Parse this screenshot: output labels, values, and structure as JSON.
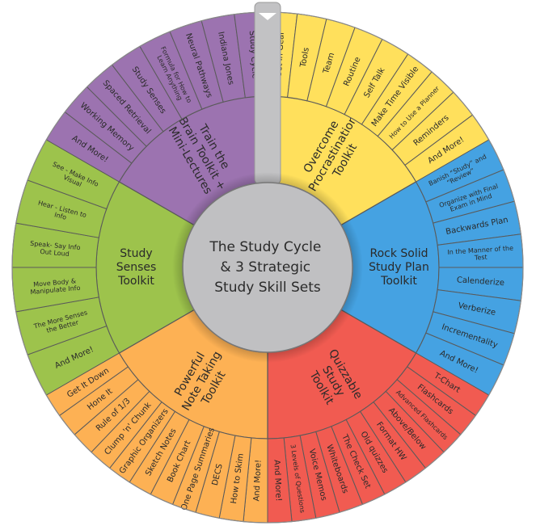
{
  "center": {
    "lines": [
      "The Study Cycle",
      "& 3 Strategic",
      "Study Skill Sets"
    ]
  },
  "sectors": [
    {
      "id": "procrastination",
      "color": "#ffe05c",
      "label": "Overcome\nProcrastination\nToolkit",
      "items": [
        "Get In Gear",
        "Tools",
        "Team",
        "Routine",
        "Self Talk",
        "Make Time Visible",
        "How to Use a Planner",
        "Reminders",
        "And More!"
      ]
    },
    {
      "id": "study-plan",
      "color": "#45a2e2",
      "label": "Rock Solid\nStudy Plan\nToolkit",
      "items": [
        "Banish “Study” and\n“Review”",
        "Organize with Final\nExam in Mind",
        "Backwards Plan",
        "In the Manner of the\nTest",
        "Calenderize",
        "Verberize",
        "Incrementality",
        "And More!"
      ]
    },
    {
      "id": "quizzable",
      "color": "#f15b51",
      "label": "Quizzable\nStudy\nToolkit",
      "items": [
        "T-Chart",
        "Flashcards",
        "Advanced Flashcards",
        "Above/Below",
        "Format HW",
        "Old quizzes",
        "The Check Set",
        "Whiteboards",
        "Voice Memos",
        "3 Levels of Questions",
        "And More!"
      ]
    },
    {
      "id": "note-taking",
      "color": "#fdb154",
      "label": "Powerful\nNote Taking\nToolkit",
      "items": [
        "And More!",
        "How to Skim",
        "DECS",
        "One Page Summaries",
        "Book Chart",
        "Sketch Notes",
        "Graphic Organizers",
        "Clump 'n' Chunk",
        "Rule of 1/3",
        "Hone It",
        "Get It Down"
      ]
    },
    {
      "id": "study-senses",
      "color": "#9dc34c",
      "label": "Study\nSenses\nToolkit",
      "items": [
        "And More!",
        "The More Senses\nthe Better",
        "Move Body &\nManipulate Info",
        "Speak- Say Info\nOut Loud",
        "Hear - Listen to\nInfo",
        "See - Make Info\nVisual"
      ]
    },
    {
      "id": "train-brain",
      "color": "#9c73b0",
      "label": "Train the\nBrain Toolkit +\nMini-Lectures",
      "items": [
        "And More!",
        "Working Memory",
        "Spaced Retrieval",
        "Study Senses",
        "Formula for How to\nLearn Anything",
        "Neural Pathways",
        "Indiana Jones",
        "Study Cycle"
      ]
    }
  ],
  "pointer": {
    "icon": "pointer-triangle-icon",
    "color": "#c2c2c4"
  }
}
